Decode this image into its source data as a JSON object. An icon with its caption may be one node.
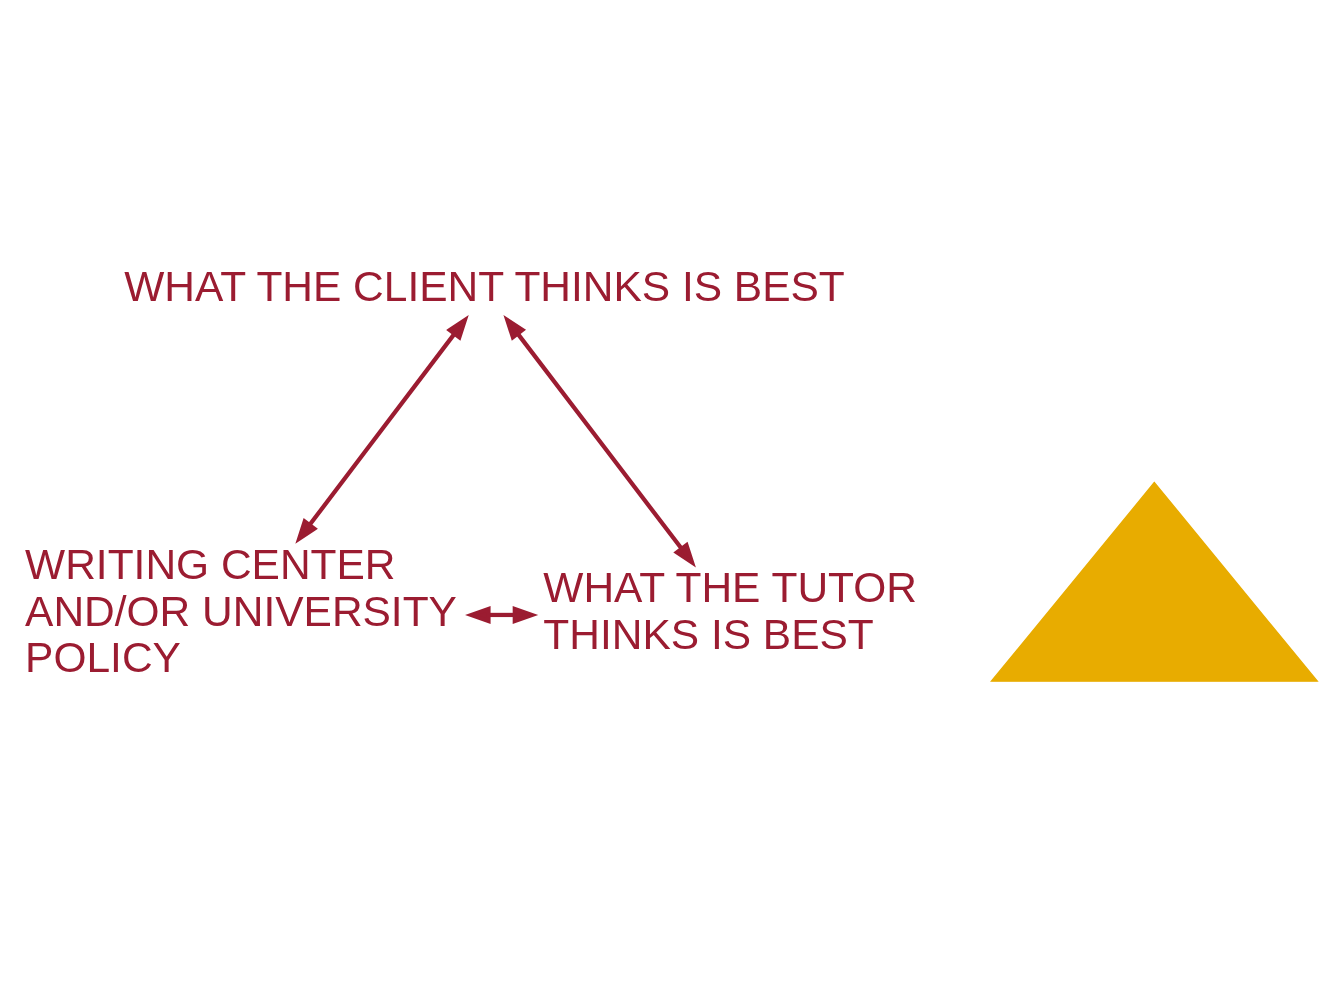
{
  "diagram": {
    "nodes": [
      {
        "text": [
          "WHAT THE CLIENT THINKS IS BEST"
        ]
      },
      {
        "text": [],
        "shape": "triangle"
      },
      {
        "text": [
          "WRITING CENTER AND/OR UNIVERSITY POLICY"
        ]
      },
      {
        "text": [
          "WHAT THE TUTOR THINKS IS BEST"
        ]
      }
    ],
    "edges": [
      {
        "from": 0,
        "to": 2,
        "arrow": "both"
      },
      {
        "from": 0,
        "to": 3,
        "arrow": "both"
      },
      {
        "from": 2,
        "to": 3,
        "arrow": "both"
      }
    ]
  }
}
